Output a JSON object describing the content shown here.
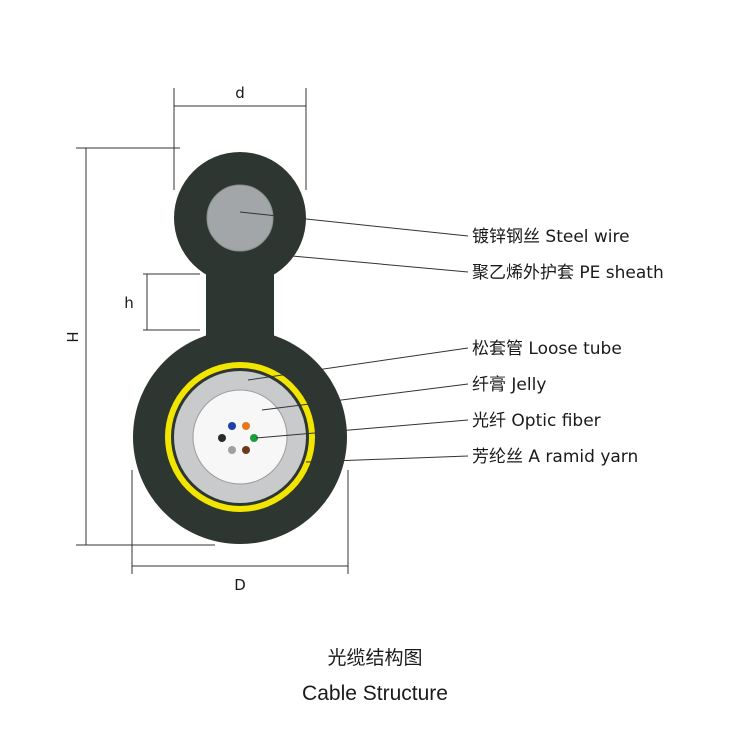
{
  "dimensions": {
    "d": "d",
    "h": "h",
    "H": "H",
    "D": "D"
  },
  "callouts": [
    {
      "text": "镀锌钢丝 Steel wire"
    },
    {
      "text": "聚乙烯外护套 PE sheath"
    },
    {
      "text": "松套管 Loose tube"
    },
    {
      "text": "纤膏 Jelly"
    },
    {
      "text": "光纤 Optic fiber"
    },
    {
      "text": "芳纶丝 A ramid yarn"
    }
  ],
  "caption": {
    "chinese": "光缆结构图",
    "english": "Cable Structure"
  },
  "colors": {
    "sheath": "#2e3631",
    "steel_wire": "#a3a6a8",
    "yarn_ring": "#f2e600",
    "loose_tube": "#c8cacb",
    "jelly": "#f7f7f7",
    "fibers": [
      "#1f3fa8",
      "#e8761a",
      "#2a2a2a",
      "#1b9b3a",
      "#9ea0a2",
      "#6b3a1e"
    ]
  }
}
